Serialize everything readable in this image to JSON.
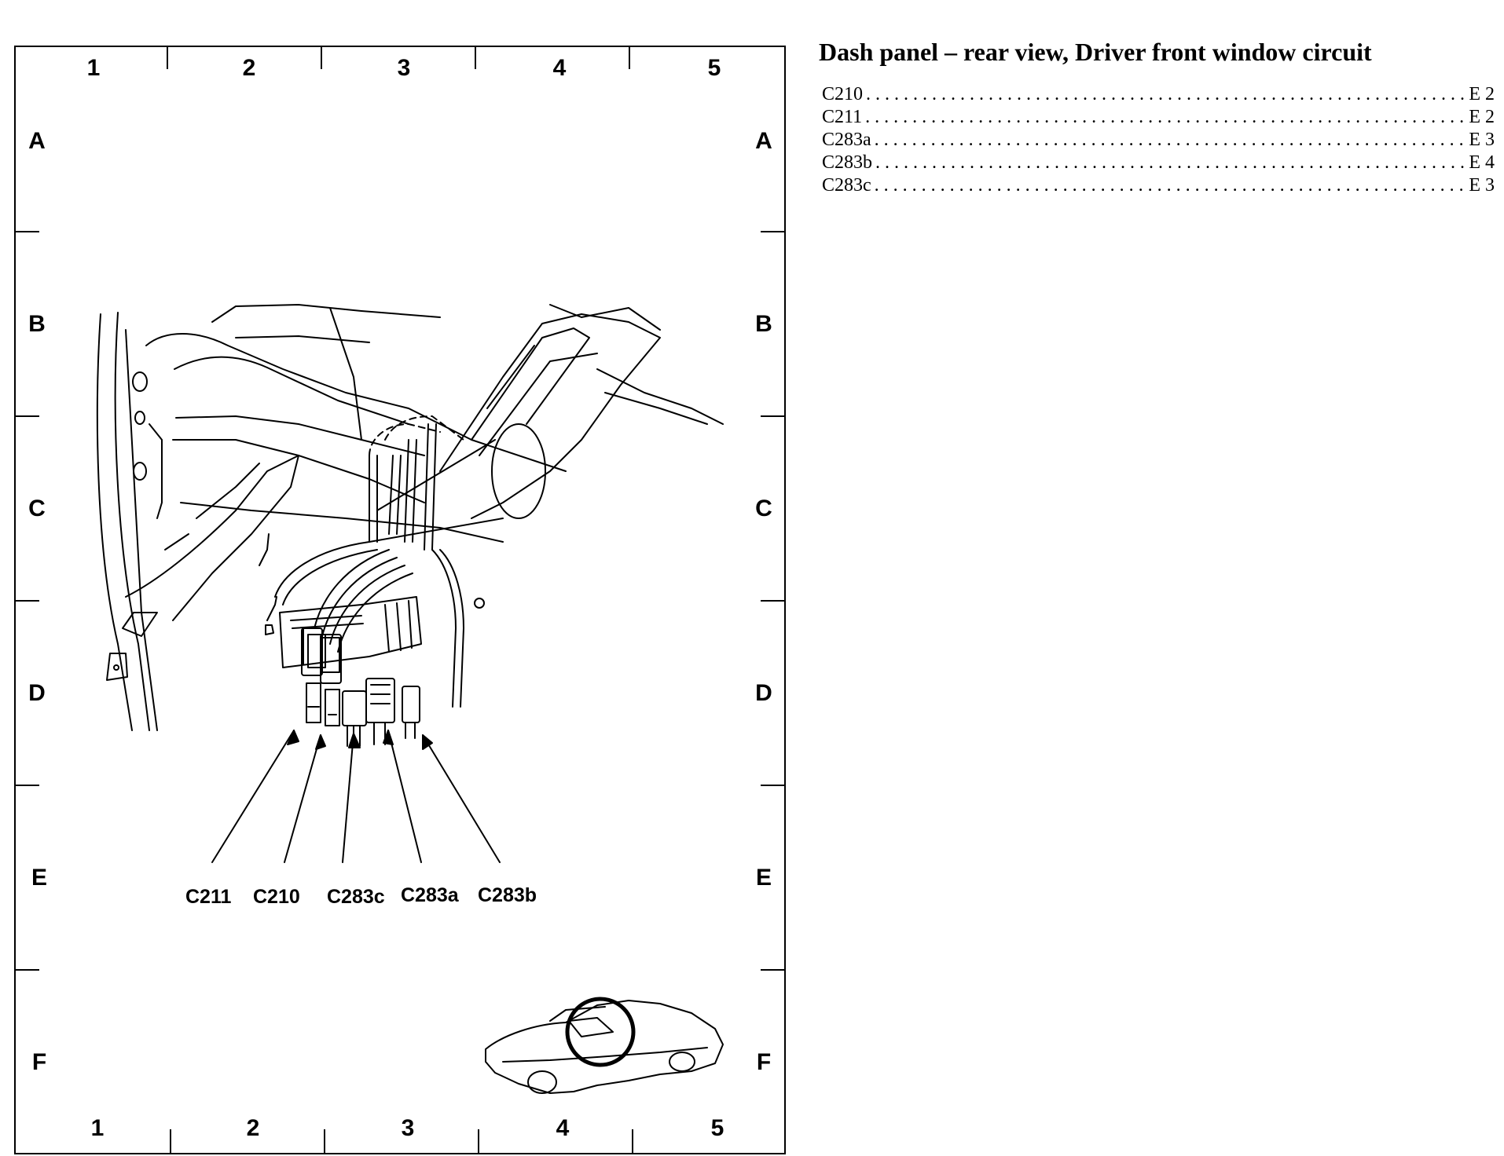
{
  "title": "Dash panel – rear view, Driver front window circuit",
  "grid": {
    "columns": [
      "1",
      "2",
      "3",
      "4",
      "5"
    ],
    "rows": [
      "A",
      "B",
      "C",
      "D",
      "E",
      "F"
    ]
  },
  "callouts": {
    "c211": "C211",
    "c210": "C210",
    "c283c": "C283c",
    "c283a": "C283a",
    "c283b": "C283b"
  },
  "index": [
    {
      "connector": "C210",
      "location": "E 2"
    },
    {
      "connector": "C211",
      "location": "E 2"
    },
    {
      "connector": "C283a",
      "location": "E 3"
    },
    {
      "connector": "C283b",
      "location": "E 4"
    },
    {
      "connector": "C283c",
      "location": "E 3"
    }
  ],
  "colors": {
    "ink": "#000000",
    "paper": "#ffffff"
  }
}
